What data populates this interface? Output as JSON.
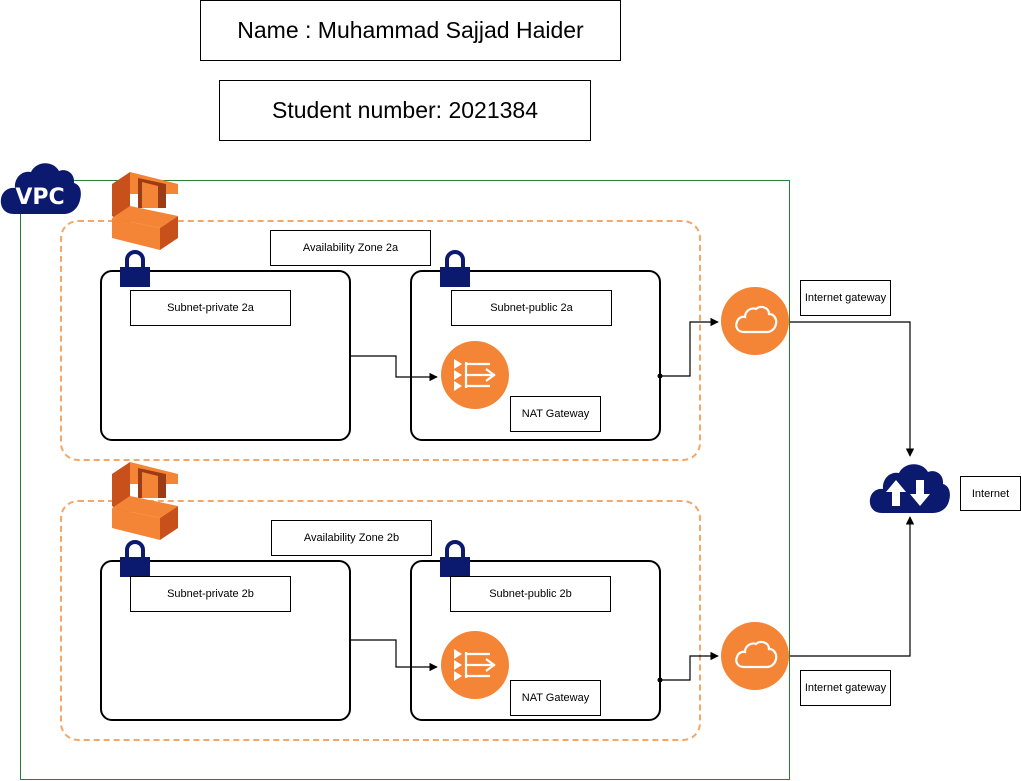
{
  "header": {
    "name": "Name : Muhammad Sajjad Haider",
    "student_number": "Student number: 2021384"
  },
  "vpc": {
    "label": "VPC"
  },
  "zones": [
    {
      "label": "Availability Zone 2a",
      "private_subnet": "Subnet-private 2a",
      "public_subnet": "Subnet-public 2a",
      "nat": "NAT Gateway",
      "igw": "Internet gateway"
    },
    {
      "label": "Availability Zone 2b",
      "private_subnet": "Subnet-private 2b",
      "public_subnet": "Subnet-public 2b",
      "nat": "NAT Gateway",
      "igw": "Internet gateway"
    }
  ],
  "internet": {
    "label": "Internet"
  },
  "colors": {
    "aws_orange": "#f58536",
    "navy": "#0b1a6e",
    "dashed_orange": "#f4a766",
    "vpc_border": "#2e7d32"
  },
  "icons": [
    "vpc-cloud-icon",
    "availability-zone-icon",
    "lock-icon",
    "nat-gateway-icon",
    "internet-gateway-icon",
    "internet-cloud-icon"
  ]
}
